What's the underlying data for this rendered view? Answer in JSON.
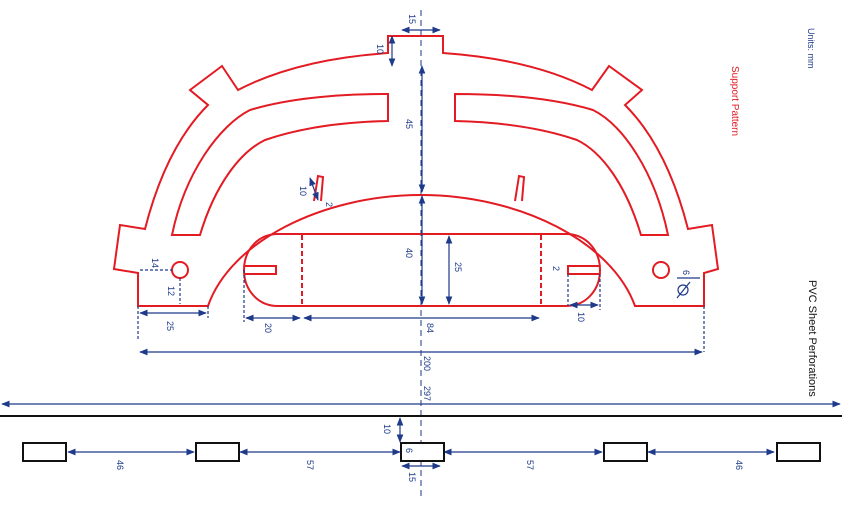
{
  "colors": {
    "pattern": "#e31b23",
    "dimension": "#1e3a8a",
    "sheet": "#111111"
  },
  "labels": {
    "units": "Units: mm",
    "support_pattern": "Support Pattern",
    "perforations": "PVC Sheet Perforations"
  },
  "dims": {
    "d15_top": "15",
    "d10_top": "10",
    "d45": "45",
    "d10_slot": "10",
    "d2_slot": "2",
    "d40": "40",
    "d25_inner": "25",
    "d14": "14",
    "d12": "12",
    "d25_left": "25",
    "d20": "20",
    "d84": "84",
    "d2_right": "2",
    "d10_right": "10",
    "d6_hole": "6",
    "d200": "200",
    "d297": "297",
    "d10_perf": "10",
    "d6_perf": "6",
    "d15_perf": "15",
    "d46_left": "46",
    "d57_left": "57",
    "d57_right": "57",
    "d46_right": "46"
  }
}
